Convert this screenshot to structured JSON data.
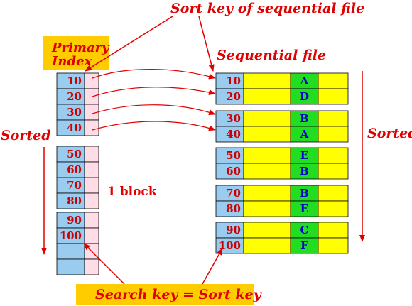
{
  "title_top": "Sort key of sequential file",
  "primary_index_label": [
    "Primary",
    "Index"
  ],
  "sequential_file_label": "Sequential file",
  "sorted_left": "Sorted",
  "sorted_right": "Sorted",
  "block_label": "1 block",
  "search_key_label": "Search key = Sort key",
  "index_blocks": [
    [
      "10",
      "20",
      "30",
      "40"
    ],
    [
      "50",
      "60",
      "70",
      "80"
    ],
    [
      "90",
      "100",
      "",
      ""
    ]
  ],
  "sequential_blocks": [
    [
      {
        "key": "10",
        "val": "A"
      },
      {
        "key": "20",
        "val": "D"
      }
    ],
    [
      {
        "key": "30",
        "val": "B"
      },
      {
        "key": "40",
        "val": "A"
      }
    ],
    [
      {
        "key": "50",
        "val": "E"
      },
      {
        "key": "60",
        "val": "B"
      }
    ],
    [
      {
        "key": "70",
        "val": "B"
      },
      {
        "key": "80",
        "val": "E"
      }
    ],
    [
      {
        "key": "90",
        "val": "C"
      },
      {
        "key": "100",
        "val": "F"
      }
    ]
  ],
  "colors": {
    "label_red": "#e00000",
    "index_bg": "#ffcc00",
    "key_cell": "#99ccee",
    "pointer_cell": "#ffdde6",
    "record_yellow": "#ffff00",
    "record_green": "#22dd22",
    "value_blue": "#0000cc",
    "key_text": "#cc0000"
  }
}
